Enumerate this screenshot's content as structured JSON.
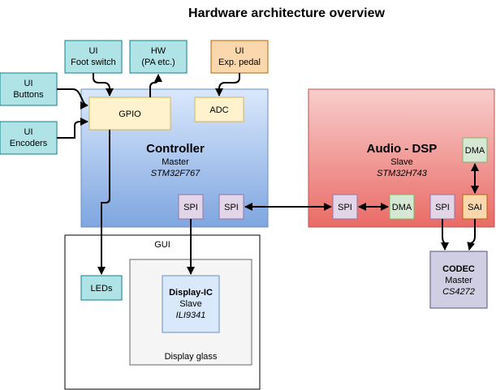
{
  "title": "Hardware architecture overview",
  "inputs": {
    "ui_buttons": [
      "UI",
      "Buttons"
    ],
    "ui_encoders": [
      "UI",
      "Encoders"
    ],
    "ui_foot_switch": [
      "UI",
      "Foot switch"
    ],
    "hw_pa": [
      "HW",
      "(PA etc.)"
    ],
    "ui_exp_pedal": [
      "UI",
      "Exp. pedal"
    ]
  },
  "controller": {
    "name": "Controller",
    "role": "Master",
    "chip": "STM32F767",
    "gpio": "GPIO",
    "adc": "ADC",
    "spi_display": "SPI",
    "spi_link": "SPI"
  },
  "audio_dsp": {
    "name": "Audio - DSP",
    "role": "Slave",
    "chip": "STM32H743",
    "spi_link": "SPI",
    "dma_link": "DMA",
    "spi_codec": "SPI",
    "sai": "SAI",
    "dma_sai": "DMA"
  },
  "gui": {
    "label": "GUI",
    "leds": "LEDs",
    "display_glass": "Display glass",
    "display_ic": {
      "name": "Display-IC",
      "role": "Slave",
      "chip": "ILI9341"
    }
  },
  "codec": {
    "name": "CODEC",
    "role": "Master",
    "chip": "CS4272"
  },
  "colors": {
    "ui_input": "#b0e3e6",
    "hw_output": "#b0e3e6",
    "exp_pedal": "#fad7ac",
    "gpio": "#fff2cc",
    "controller_top": "#dae8fc",
    "controller_bottom": "#7ea6e0",
    "dsp_top": "#f8cecc",
    "dsp_bottom": "#ea6b66",
    "spi": "#e1d5e7",
    "dma": "#d5e8d4",
    "sai": "#fad7ac"
  }
}
